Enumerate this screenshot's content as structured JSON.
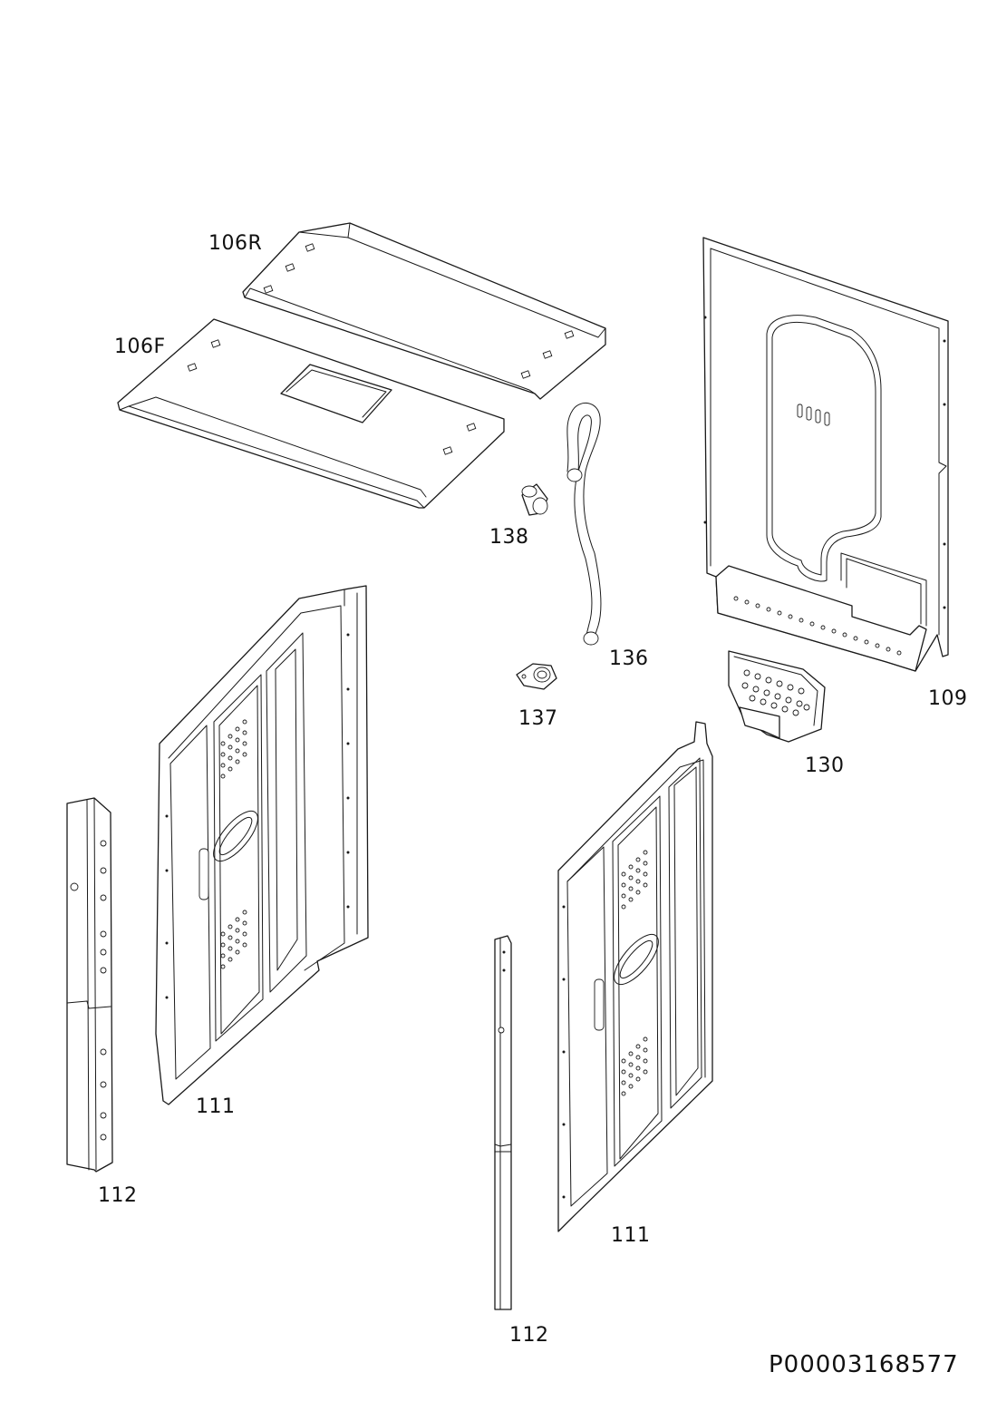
{
  "labels": {
    "p106R": "106R",
    "p106F": "106F",
    "p109": "109",
    "p130": "130",
    "p136": "136",
    "p137": "137",
    "p138": "138",
    "p111_left": "111",
    "p111_right": "111",
    "p112_left": "112",
    "p112_right": "112"
  },
  "document_id": "P00003168577"
}
